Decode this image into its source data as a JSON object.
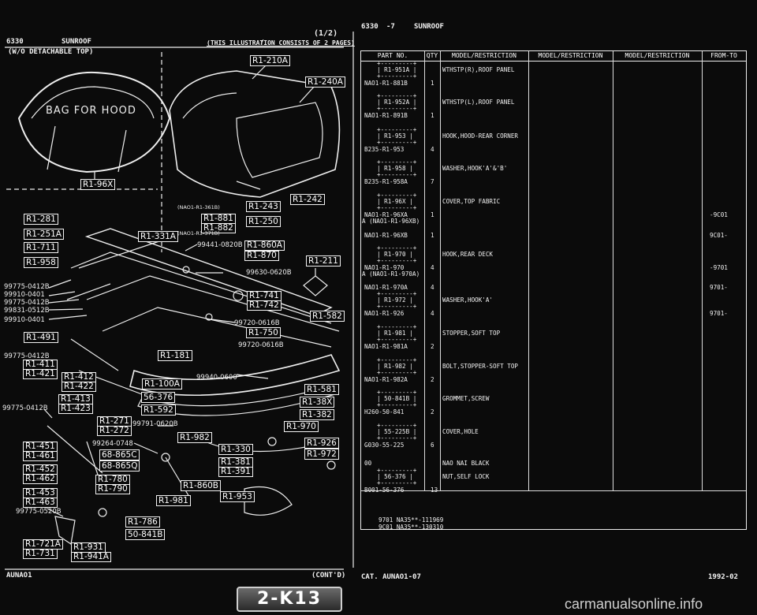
{
  "left_page": {
    "section": "6330",
    "title": "SUNROOF",
    "page_marker": "(1/2)",
    "tick": "/",
    "illustration_note": "(THIS ILLUSTRATION CONSISTS OF 2 PAGES)",
    "variant": "(W/O DETACHABLE TOP)",
    "bag_label": "BAG FOR HOOD",
    "footer_left": "AUNAO1",
    "footer_right": "(CONT'D)",
    "callouts": [
      "R1-210A",
      "R1-240A",
      "R1-96X",
      "R1-242",
      "R1-243",
      "R1-250",
      "R1-881",
      "R1-882",
      "R1-281",
      "R1-251A",
      "R1-331A",
      "R1-711",
      "R1-958",
      "R1-860A",
      "R1-870",
      "R1-211",
      "R1-741",
      "R1-742",
      "R1-582",
      "R1-750",
      "R1-491",
      "R1-181",
      "R1-411",
      "R1-421",
      "R1-412",
      "R1-422",
      "R1-100A",
      "R1-581",
      "R1-38X",
      "R1-382",
      "R1-413",
      "R1-423",
      "56-376",
      "R1-592",
      "R1-970",
      "R1-271",
      "R1-272",
      "R1-982",
      "R1-926",
      "R1-972",
      "R1-451",
      "R1-461",
      "68-865C",
      "68-865Q",
      "R1-330",
      "R1-381",
      "R1-391",
      "R1-452",
      "R1-462",
      "R1-780",
      "R1-790",
      "R1-860B",
      "R1-453",
      "R1-463",
      "R1-981",
      "R1-953",
      "R1-786",
      "50-841B",
      "R1-721A",
      "R1-731",
      "R1-931",
      "R1-941A"
    ],
    "part_labels": [
      "(NAO1-R1-361B)",
      "(NAO1-R1-371B)",
      "99441-0820B",
      "99630-0620B",
      "99775-0412B",
      "99910-0401",
      "99775-0412B",
      "99831-0512B",
      "99910-0401",
      "99720-0616B",
      "99720-0616B",
      "99775-0412B",
      "99940-0600",
      "99775-0412B",
      "99791-0620B",
      "99264-0748",
      "99775-0520B"
    ]
  },
  "right_page": {
    "section": "6330",
    "section_suffix": "-7",
    "title": "SUNROOF",
    "columns": [
      "PART NO.",
      "QTY",
      "MODEL/RESTRICTION",
      "MODEL/RESTRICTION",
      "MODEL/RESTRICTION",
      "FROM-TO"
    ],
    "rows": [
      {
        "box": "R1-951A",
        "part": "NAO1-R1-881B",
        "qty": "1",
        "desc": "WTHSTP(R),ROOF PANEL",
        "from_to": ""
      },
      {
        "box": "R1-952A",
        "part": "NAO1-R1-891B",
        "qty": "1",
        "desc": "WTHSTP(L),ROOF PANEL",
        "from_to": ""
      },
      {
        "box": "R1-953",
        "part": "B235-R1-953",
        "qty": "4",
        "desc": "HOOK,HOOD-REAR CORNER",
        "from_to": ""
      },
      {
        "box": "R1-958",
        "part": "B235-R1-958A",
        "qty": "7",
        "desc": "WASHER,HOOK'A'&'B'",
        "from_to": ""
      },
      {
        "box": "R1-96X",
        "part": "NAO1-R1-96XA",
        "part2": "A (NAO1-R1-96XB)",
        "qty": "1",
        "desc": "COVER,TOP FABRIC",
        "from_to": "-9C01"
      },
      {
        "box": "",
        "part": "NAO1-R1-96XB",
        "qty": "1",
        "desc": "",
        "from_to": "9C01-"
      },
      {
        "box": "R1-970",
        "part": "NAO1-R1-970",
        "part2": "A (NAO1-R1-970A)",
        "qty": "4",
        "desc": "HOOK,REAR DECK",
        "from_to": "-9701"
      },
      {
        "box": "",
        "part": "NAO1-R1-970A",
        "qty": "4",
        "desc": "",
        "from_to": "9701-"
      },
      {
        "box": "R1-972",
        "part": "NAO1-R1-926",
        "qty": "4",
        "desc": "WASHER,HOOK'A'",
        "from_to": "9701-"
      },
      {
        "box": "R1-981",
        "part": "NAO1-R1-981A",
        "qty": "2",
        "desc": "STOPPER,SOFT TOP",
        "from_to": ""
      },
      {
        "box": "R1-982",
        "part": "NAO1-R1-982A",
        "qty": "2",
        "desc": "BOLT,STOPPER-SOFT TOP",
        "from_to": ""
      },
      {
        "box": "50-841B",
        "part": "H260-50-841",
        "qty": "2",
        "desc": "GROMMET,SCREW",
        "from_to": ""
      },
      {
        "box": "55-225B",
        "part": "G030-55-225",
        "qty": "6",
        "desc": "COVER,HOLE",
        "from_to": ""
      },
      {
        "box": "",
        "part": "00",
        "qty": "",
        "desc": "NAO NAI BLACK",
        "from_to": ""
      },
      {
        "box": "56-376",
        "part": "B001-56-376",
        "qty": "13",
        "desc": "NUT,SELF LOCK",
        "from_to": ""
      }
    ],
    "notes": [
      "9701 NA35**-111969",
      "9C01 NA35**-130310"
    ],
    "footer_left": "CAT. AUNAO1-07",
    "footer_right": "1992-02"
  },
  "page_badge": "2-K13",
  "watermark": "carmanualsonline.info"
}
